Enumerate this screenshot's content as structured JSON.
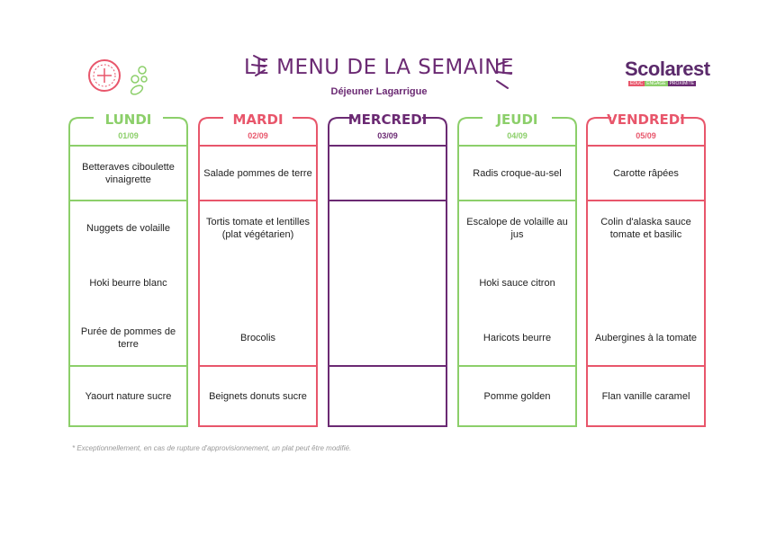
{
  "title": "LE MENU DE LA SEMAINE",
  "subtitle": "Déjeuner Lagarrigue",
  "logo": {
    "name": "Scolarest",
    "tags": [
      "ÉDUC",
      "ENGAGÉ",
      "PROXIMITÉ"
    ]
  },
  "stamp_icon": "stamp-icon",
  "colors": {
    "green": "#8ccf6a",
    "red": "#e8566b",
    "purple": "#6b2a73"
  },
  "days": [
    {
      "name": "LUNDI",
      "date": "01/09",
      "color": "#8ccf6a",
      "items": [
        "Betteraves ciboulette vinaigrette",
        "Nuggets de volaille",
        "Hoki  beurre blanc",
        "Purée de pommes de terre",
        "Yaourt nature sucre"
      ]
    },
    {
      "name": "MARDI",
      "date": "02/09",
      "color": "#e8566b",
      "items": [
        "Salade pommes de terre",
        "Tortis tomate et lentilles (plat végétarien)",
        "",
        "Brocolis",
        "Beignets donuts sucre"
      ]
    },
    {
      "name": "MERCREDI",
      "date": "03/09",
      "color": "#6b2a73",
      "items": [
        "",
        "",
        "",
        "",
        ""
      ]
    },
    {
      "name": "JEUDI",
      "date": "04/09",
      "color": "#8ccf6a",
      "items": [
        "Radis croque-au-sel",
        "Escalope de volaille au jus",
        "Hoki sauce citron",
        "Haricots beurre",
        "Pomme golden"
      ]
    },
    {
      "name": "VENDREDI",
      "date": "05/09",
      "color": "#e8566b",
      "items": [
        "Carotte râpées",
        "Colin d'alaska sauce tomate et basilic",
        "",
        "Aubergines à la tomate",
        "Flan vanille caramel"
      ]
    }
  ],
  "footnote": "* Exceptionnellement, en cas de rupture d'approvisionnement, un plat peut être modifié."
}
